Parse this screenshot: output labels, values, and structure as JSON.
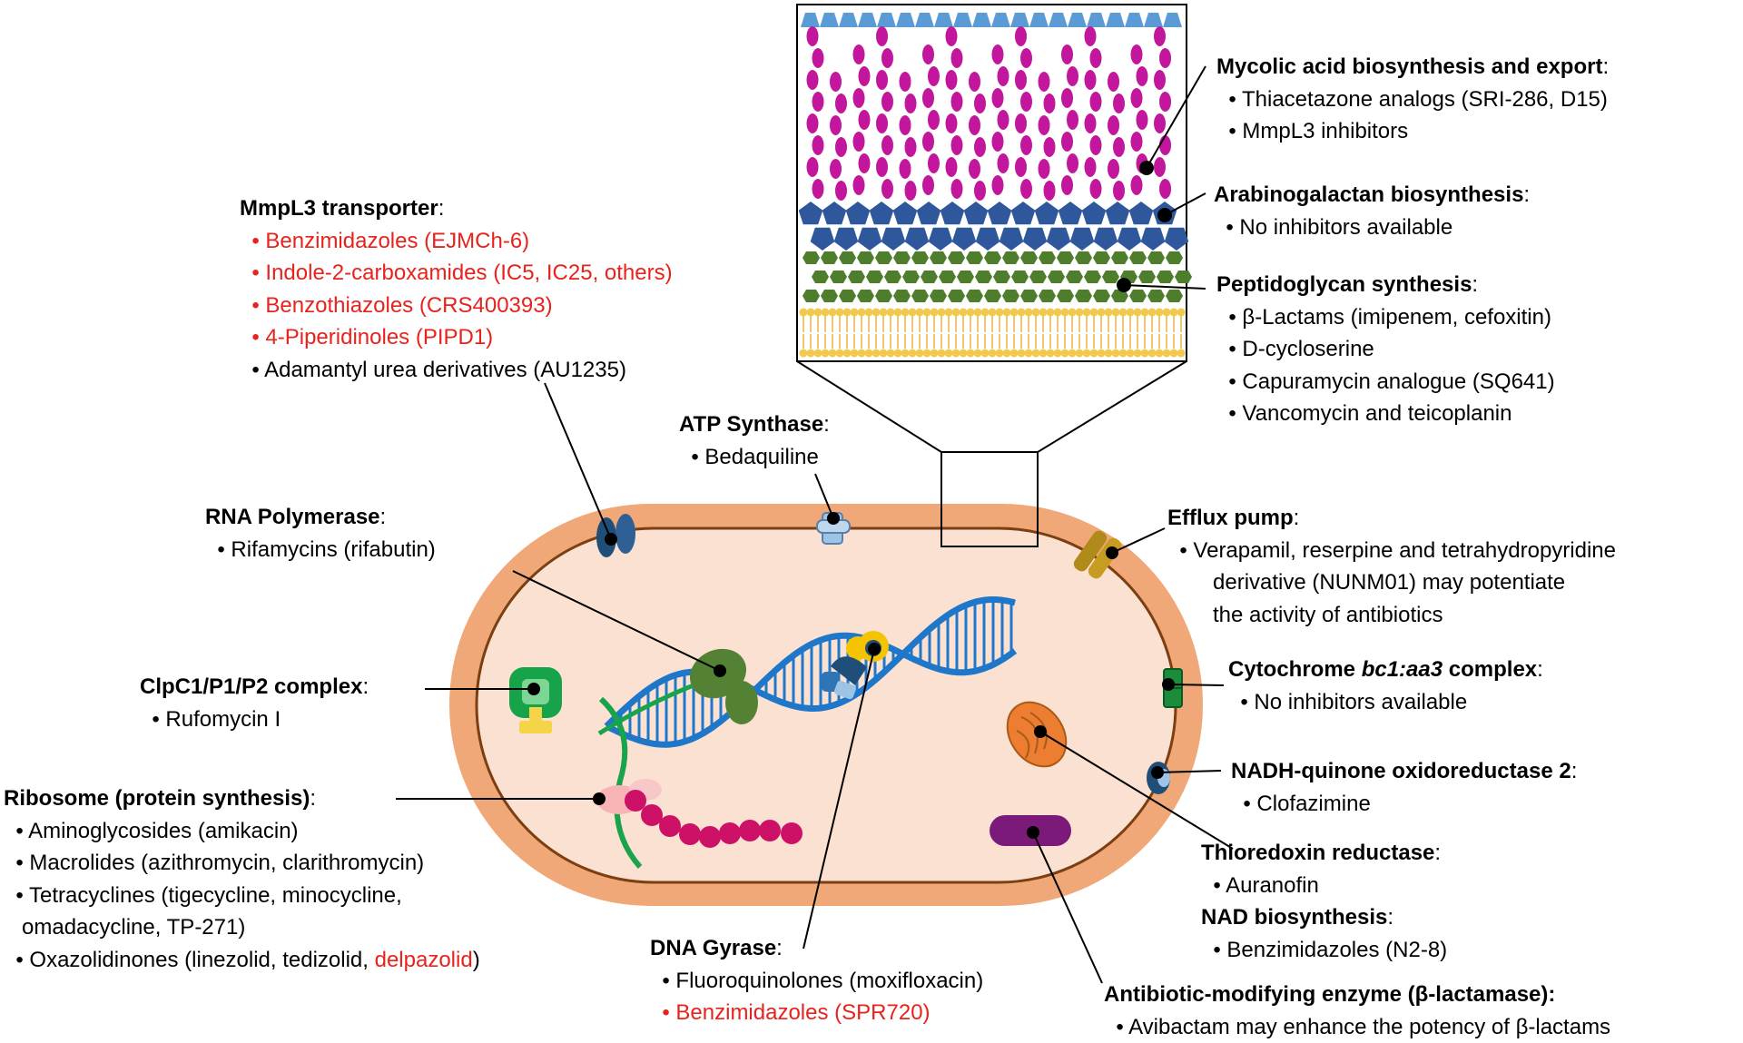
{
  "colors": {
    "cell_membrane": "#f0a878",
    "cytoplasm": "#fbe1d2",
    "cell_outline": "#7b3f12",
    "red_text": "#e8221c",
    "mycolic": "#c2179c",
    "arabinogalactan": "#2f579c",
    "peptidoglycan": "#4e7d2b",
    "membrane_lipid": "#f2c94c",
    "outer_layer": "#5b9bd5",
    "dna": "#1f77c9",
    "rna": "#19a34a",
    "protein_chain": "#cc1166",
    "mitochondria_like": "#ed7d31",
    "beta_lactamase": "#7b1a78",
    "clpc": "#16a34a",
    "efflux": "#b08a1a",
    "atp_synthase": "#9dc3e6",
    "mmpl3": "#1f4e79",
    "rna_polymerase": "#548235"
  },
  "sections": {
    "mycolic": {
      "title": "Mycolic acid biosynthesis and export",
      "colon": ":",
      "items": [
        "Thiacetazone analogs (SRI-286, D15)",
        "MmpL3 inhibitors"
      ]
    },
    "arabinogalactan": {
      "title": "Arabinogalactan biosynthesis",
      "colon": ":",
      "items": [
        "No inhibitors available"
      ]
    },
    "peptidoglycan": {
      "title": "Peptidoglycan synthesis",
      "colon": ":",
      "items": [
        "β-Lactams (imipenem, cefoxitin)",
        "D-cycloserine",
        "Capuramycin analogue (SQ641)",
        "Vancomycin and teicoplanin"
      ]
    },
    "mmpl3": {
      "title": "MmpL3 transporter",
      "colon": ":",
      "items": [
        "Benzimidazoles (EJMCh-6)",
        "Indole-2-carboxamides (IC5, IC25, others)",
        "Benzothiazoles (CRS400393)",
        "4-Piperidinoles (PIPD1)",
        "Adamantyl urea derivatives (AU1235)"
      ]
    },
    "atp": {
      "title": "ATP Synthase",
      "colon": ":",
      "items": [
        "Bedaquiline"
      ]
    },
    "rnap": {
      "title": "RNA Polymerase",
      "colon": ":",
      "items": [
        "Rifamycins (rifabutin)"
      ]
    },
    "efflux": {
      "title": "Efflux pump",
      "colon": ":",
      "lines": [
        "Verapamil, reserpine and tetrahydropyridine",
        "derivative (NUNM01) may potentiate",
        "the activity of antibiotics"
      ]
    },
    "clpc": {
      "title": "ClpC1/P1/P2 complex",
      "colon": ":",
      "items": [
        "Rufomycin I"
      ]
    },
    "cytochrome": {
      "title_a": "Cytochrome ",
      "title_b": "bc1:aa3",
      "title_c": " complex",
      "colon": ":",
      "items": [
        "No inhibitors available"
      ]
    },
    "ribosome": {
      "title": "Ribosome (protein synthesis)",
      "colon": ":",
      "items": [
        "Aminoglycosides (amikacin)",
        "Macrolides (azithromycin, clarithromycin)",
        "Tetracyclines (tigecycline, minocycline,"
      ],
      "continuation": "omadacycline, TP-271)",
      "last_item_a": "Oxazolidinones (linezolid, tedizolid, ",
      "last_item_b": "delpazolid",
      "last_item_c": ")"
    },
    "ndh2": {
      "title": "NADH-quinone oxidoreductase 2",
      "colon": ":",
      "items": [
        "Clofazimine"
      ]
    },
    "thioredoxin": {
      "title": "Thioredoxin reductase",
      "colon": ":",
      "items": [
        "Auranofin"
      ]
    },
    "nad": {
      "title": "NAD biosynthesis",
      "colon": ":",
      "items": [
        "Benzimidazoles (N2-8)"
      ]
    },
    "gyrase": {
      "title": "DNA Gyrase",
      "colon": ":",
      "items": [
        "Fluoroquinolones (moxifloxacin)",
        "Benzimidazoles (SPR720)"
      ]
    },
    "betalactamase": {
      "title": "Antibiotic-modifying enzyme (β-lactamase):",
      "items": [
        "Avibactam may enhance the potency of β-lactams"
      ]
    }
  }
}
